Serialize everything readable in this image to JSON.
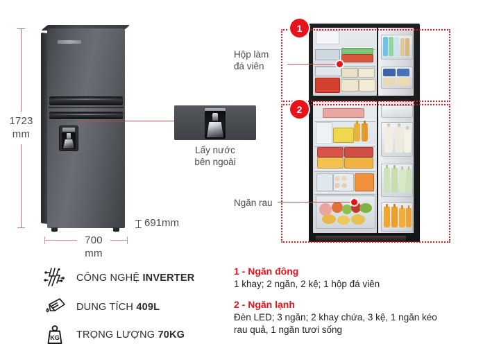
{
  "dimensions": {
    "height_label": "1723\nmm",
    "height_value": "1723",
    "height_unit": "mm",
    "width_value": "700",
    "width_unit": "mm",
    "depth_label": "691mm"
  },
  "callouts": {
    "ice_box": "Hộp làm\nđá viên",
    "ice_box_line1": "Hộp làm",
    "ice_box_line2": "đá viên",
    "water": "Lấy nước\nbên ngoài",
    "water_line1": "Lấy nước",
    "water_line2": "bên ngoài",
    "vegetable": "Ngăn rau"
  },
  "badges": {
    "one": "1",
    "two": "2"
  },
  "specs": [
    {
      "icon": "inverter-icon",
      "label": "CÔNG NGHỆ ",
      "value": "INVERTER"
    },
    {
      "icon": "capacity-jug-icon",
      "label": "DUNG TÍCH ",
      "value": "409L"
    },
    {
      "icon": "weight-kg-icon",
      "label": "TRỌNG LƯỢNG ",
      "value": "70KG"
    }
  ],
  "legend": [
    {
      "heading": "1 - Ngăn đông",
      "body": "1 khay; 2 ngăn, 2 kệ; 1 hộp đá viên"
    },
    {
      "heading": "2 - Ngăn lạnh",
      "body": "Đèn LED; 3 ngăn; 2 khay chứa, 3 kệ, 1 ngăn kéo rau quả, 1 ngăn tươi sống"
    }
  ],
  "colors": {
    "accent_red": "#e8131a",
    "dim_line": "#b5706e",
    "text_dark": "#2b2b2b",
    "text_grey": "#4a4a4a"
  },
  "weight_icon_text": "KG"
}
